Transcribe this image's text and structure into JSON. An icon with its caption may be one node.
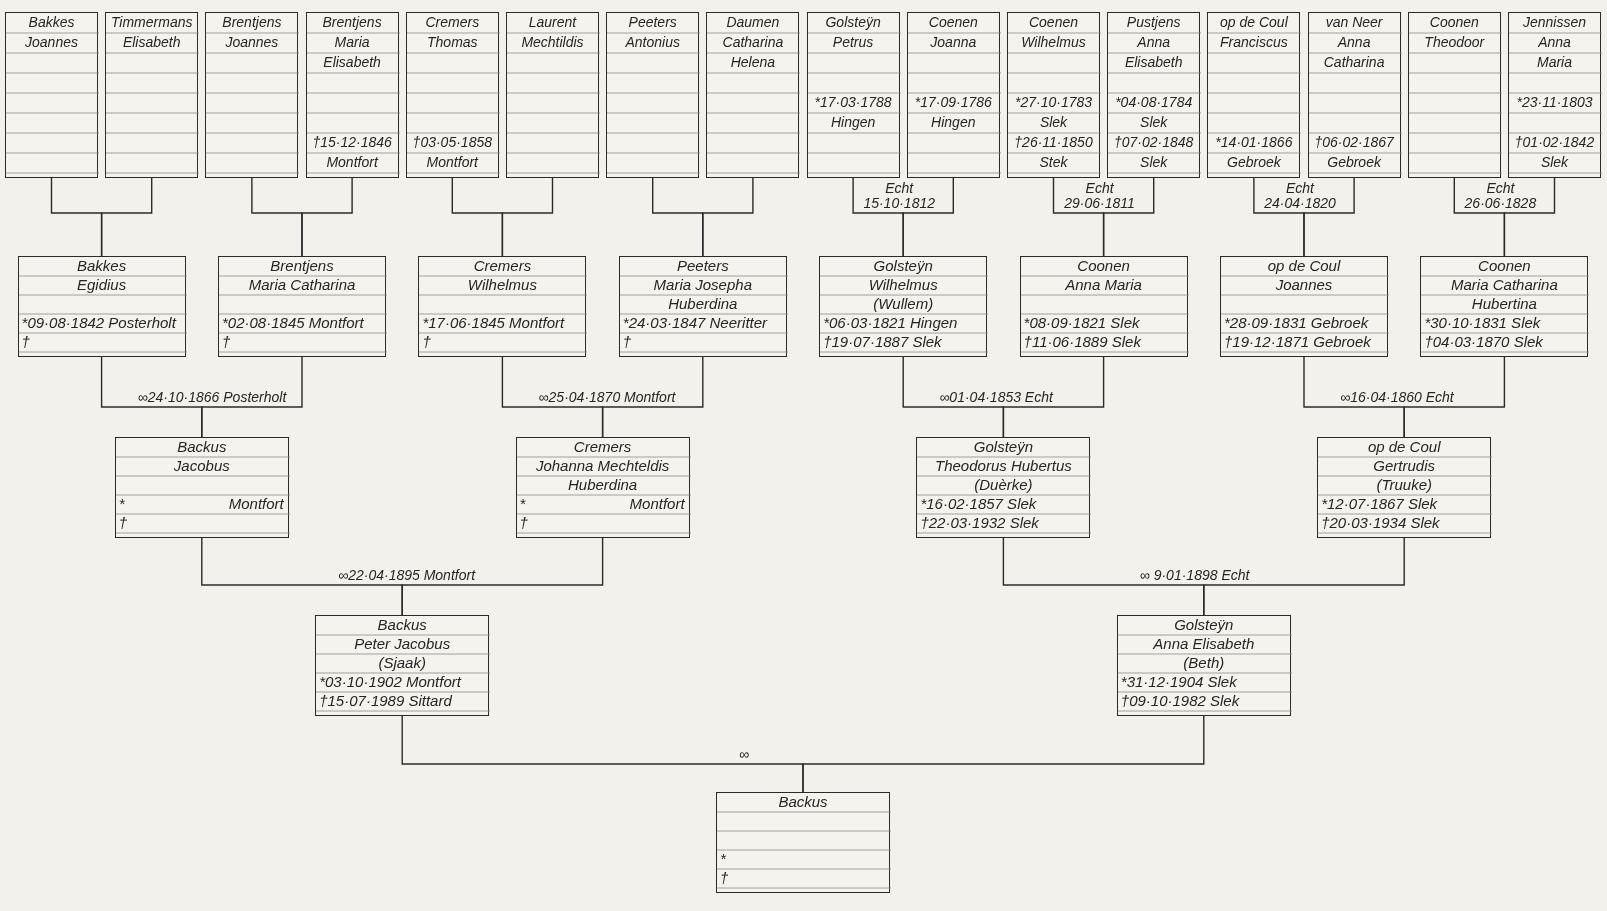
{
  "diagram": {
    "nodes": [
      {
        "text": [
          "Bakkes",
          "Joannes"
        ]
      },
      {
        "text": [
          "Timmermans",
          "Elisabeth"
        ]
      },
      {
        "text": [
          "Brentjens",
          "Joannes"
        ]
      },
      {
        "text": [
          "Brentjens",
          "Maria",
          "Elisabeth",
          "†15·12·1846",
          "Montfort"
        ]
      },
      {
        "text": [
          "Cremers",
          "Thomas",
          "†03·05·1858",
          "Montfort"
        ]
      },
      {
        "text": [
          "Laurent",
          "Mechtildis"
        ]
      },
      {
        "text": [
          "Peeters",
          "Antonius"
        ]
      },
      {
        "text": [
          "Daumen",
          "Catharina",
          "Helena"
        ]
      },
      {
        "text": [
          "Golsteÿn",
          "Petrus",
          "*17·03·1788",
          "Hingen"
        ]
      },
      {
        "text": [
          "Coenen",
          "Joanna",
          "*17·09·1786",
          "Hingen"
        ]
      },
      {
        "text": [
          "Coenen",
          "Wilhelmus",
          "*27·10·1783",
          "Slek",
          "†26·11·1850",
          "Stek"
        ]
      },
      {
        "text": [
          "Pustjens",
          "Anna",
          "Elisabeth",
          "*04·08·1784",
          "Slek",
          "†07·02·1848",
          "Slek"
        ]
      },
      {
        "text": [
          "op de Coul",
          "Franciscus",
          "*14·01·1866",
          "Gebroek"
        ]
      },
      {
        "text": [
          "van Neer",
          "Anna",
          "Catharina",
          "†06·02·1867",
          "Gebroek"
        ]
      },
      {
        "text": [
          "Coonen",
          "Theodoor"
        ]
      },
      {
        "text": [
          "Jennissen",
          "Anna",
          "Maria",
          "*23·11·1803",
          "†01·02·1842",
          "Slek"
        ]
      },
      {
        "text": [
          "Bakkes",
          "Egidius",
          "*09·08·1842 Posterholt",
          "†"
        ]
      },
      {
        "text": [
          "Brentjens",
          "Maria Catharina",
          "*02·08·1845 Montfort",
          "†"
        ]
      },
      {
        "text": [
          "Cremers",
          "Wilhelmus",
          "*17·06·1845 Montfort",
          "†"
        ]
      },
      {
        "text": [
          "Peeters",
          "Maria Josepha",
          "Huberdina",
          "*24·03·1847 Neeritter",
          "†"
        ]
      },
      {
        "text": [
          "Golsteÿn",
          "Wilhelmus",
          "(Wullem)",
          "*06·03·1821 Hingen",
          "†19·07·1887 Slek"
        ]
      },
      {
        "text": [
          "Coonen",
          "Anna Maria",
          "*08·09·1821 Slek",
          "†11·06·1889 Slek"
        ]
      },
      {
        "text": [
          "op de Coul",
          "Joannes",
          "*28·09·1831 Gebroek",
          "†19·12·1871 Gebroek"
        ]
      },
      {
        "text": [
          "Coonen",
          "Maria Catharina",
          "Hubertina",
          "*30·10·1831 Slek",
          "†04·03·1870 Slek"
        ]
      },
      {
        "text": [
          "Backus",
          "Jacobus",
          "*",
          "Montfort",
          "†"
        ]
      },
      {
        "text": [
          "Cremers",
          "Johanna Mechteldis",
          "Huberdina",
          "*",
          "Montfort",
          "†"
        ]
      },
      {
        "text": [
          "Golsteÿn",
          "Theodorus Hubertus",
          "(Duèrke)",
          "*16·02·1857 Slek",
          "†22·03·1932 Slek"
        ]
      },
      {
        "text": [
          "op de Coul",
          "Gertrudis",
          "(Truuke)",
          "*12·07·1867 Slek",
          "†20·03·1934 Slek"
        ]
      },
      {
        "text": [
          "Backus",
          "Peter Jacobus",
          "(Sjaak)",
          "*03·10·1902 Montfort",
          "†15·07·1989 Sittard"
        ]
      },
      {
        "text": [
          "Golsteÿn",
          "Anna Elisabeth",
          "(Beth)",
          "*31·12·1904 Slek",
          "†09·10·1982 Slek"
        ]
      },
      {
        "text": [
          "Backus",
          "*",
          "†"
        ]
      }
    ],
    "edges": [
      {
        "from": 0,
        "to": 16,
        "arrow": "none"
      },
      {
        "from": 1,
        "to": 16,
        "arrow": "none"
      },
      {
        "from": 2,
        "to": 17,
        "arrow": "none"
      },
      {
        "from": 3,
        "to": 17,
        "arrow": "none"
      },
      {
        "from": 4,
        "to": 18,
        "arrow": "none"
      },
      {
        "from": 5,
        "to": 18,
        "arrow": "none"
      },
      {
        "from": 6,
        "to": 19,
        "arrow": "none"
      },
      {
        "from": 7,
        "to": 19,
        "arrow": "none"
      },
      {
        "from": 8,
        "to": 20,
        "arrow": "none",
        "label": "Echt 15·10·1812"
      },
      {
        "from": 9,
        "to": 20,
        "arrow": "none"
      },
      {
        "from": 10,
        "to": 21,
        "arrow": "none",
        "label": "Echt 29·06·1811"
      },
      {
        "from": 11,
        "to": 21,
        "arrow": "none"
      },
      {
        "from": 12,
        "to": 22,
        "arrow": "none",
        "label": "Echt 24·04·1820"
      },
      {
        "from": 13,
        "to": 22,
        "arrow": "none"
      },
      {
        "from": 14,
        "to": 23,
        "arrow": "none",
        "label": "Echt 26·06·1828"
      },
      {
        "from": 15,
        "to": 23,
        "arrow": "none"
      },
      {
        "from": 16,
        "to": 24,
        "arrow": "none",
        "label": "∞24·10·1866 Posterholt"
      },
      {
        "from": 17,
        "to": 24,
        "arrow": "none"
      },
      {
        "from": 18,
        "to": 25,
        "arrow": "none",
        "label": "∞25·04·1870 Montfort"
      },
      {
        "from": 19,
        "to": 25,
        "arrow": "none"
      },
      {
        "from": 20,
        "to": 26,
        "arrow": "none",
        "label": "∞01·04·1853 Echt"
      },
      {
        "from": 21,
        "to": 26,
        "arrow": "none"
      },
      {
        "from": 22,
        "to": 27,
        "arrow": "none",
        "label": "∞16·04·1860 Echt"
      },
      {
        "from": 23,
        "to": 27,
        "arrow": "none"
      },
      {
        "from": 24,
        "to": 28,
        "arrow": "none",
        "label": "∞22·04·1895 Montfort"
      },
      {
        "from": 25,
        "to": 28,
        "arrow": "none"
      },
      {
        "from": 26,
        "to": 29,
        "arrow": "none",
        "label": "∞ 9·01·1898 Echt"
      },
      {
        "from": 27,
        "to": 29,
        "arrow": "none"
      },
      {
        "from": 28,
        "to": 30,
        "arrow": "none",
        "label": "∞"
      },
      {
        "from": 29,
        "to": 30,
        "arrow": "none"
      }
    ]
  }
}
